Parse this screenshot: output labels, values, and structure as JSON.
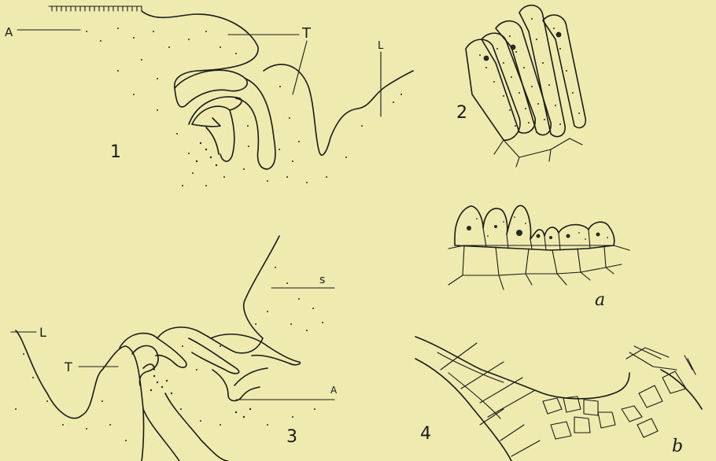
{
  "background_color": "#eeeab0",
  "ink_color": "#1b1b16",
  "figures": {
    "fig1": {
      "number": "1",
      "labels": {
        "A": "A",
        "T": "T",
        "L": "L"
      }
    },
    "fig2": {
      "number": "2",
      "sub_label": "a"
    },
    "fig3": {
      "number": "3",
      "labels": {
        "S": "s",
        "L": "L",
        "T": "T",
        "A": "A"
      }
    },
    "fig4": {
      "number": "4",
      "sub_label": "b"
    }
  }
}
